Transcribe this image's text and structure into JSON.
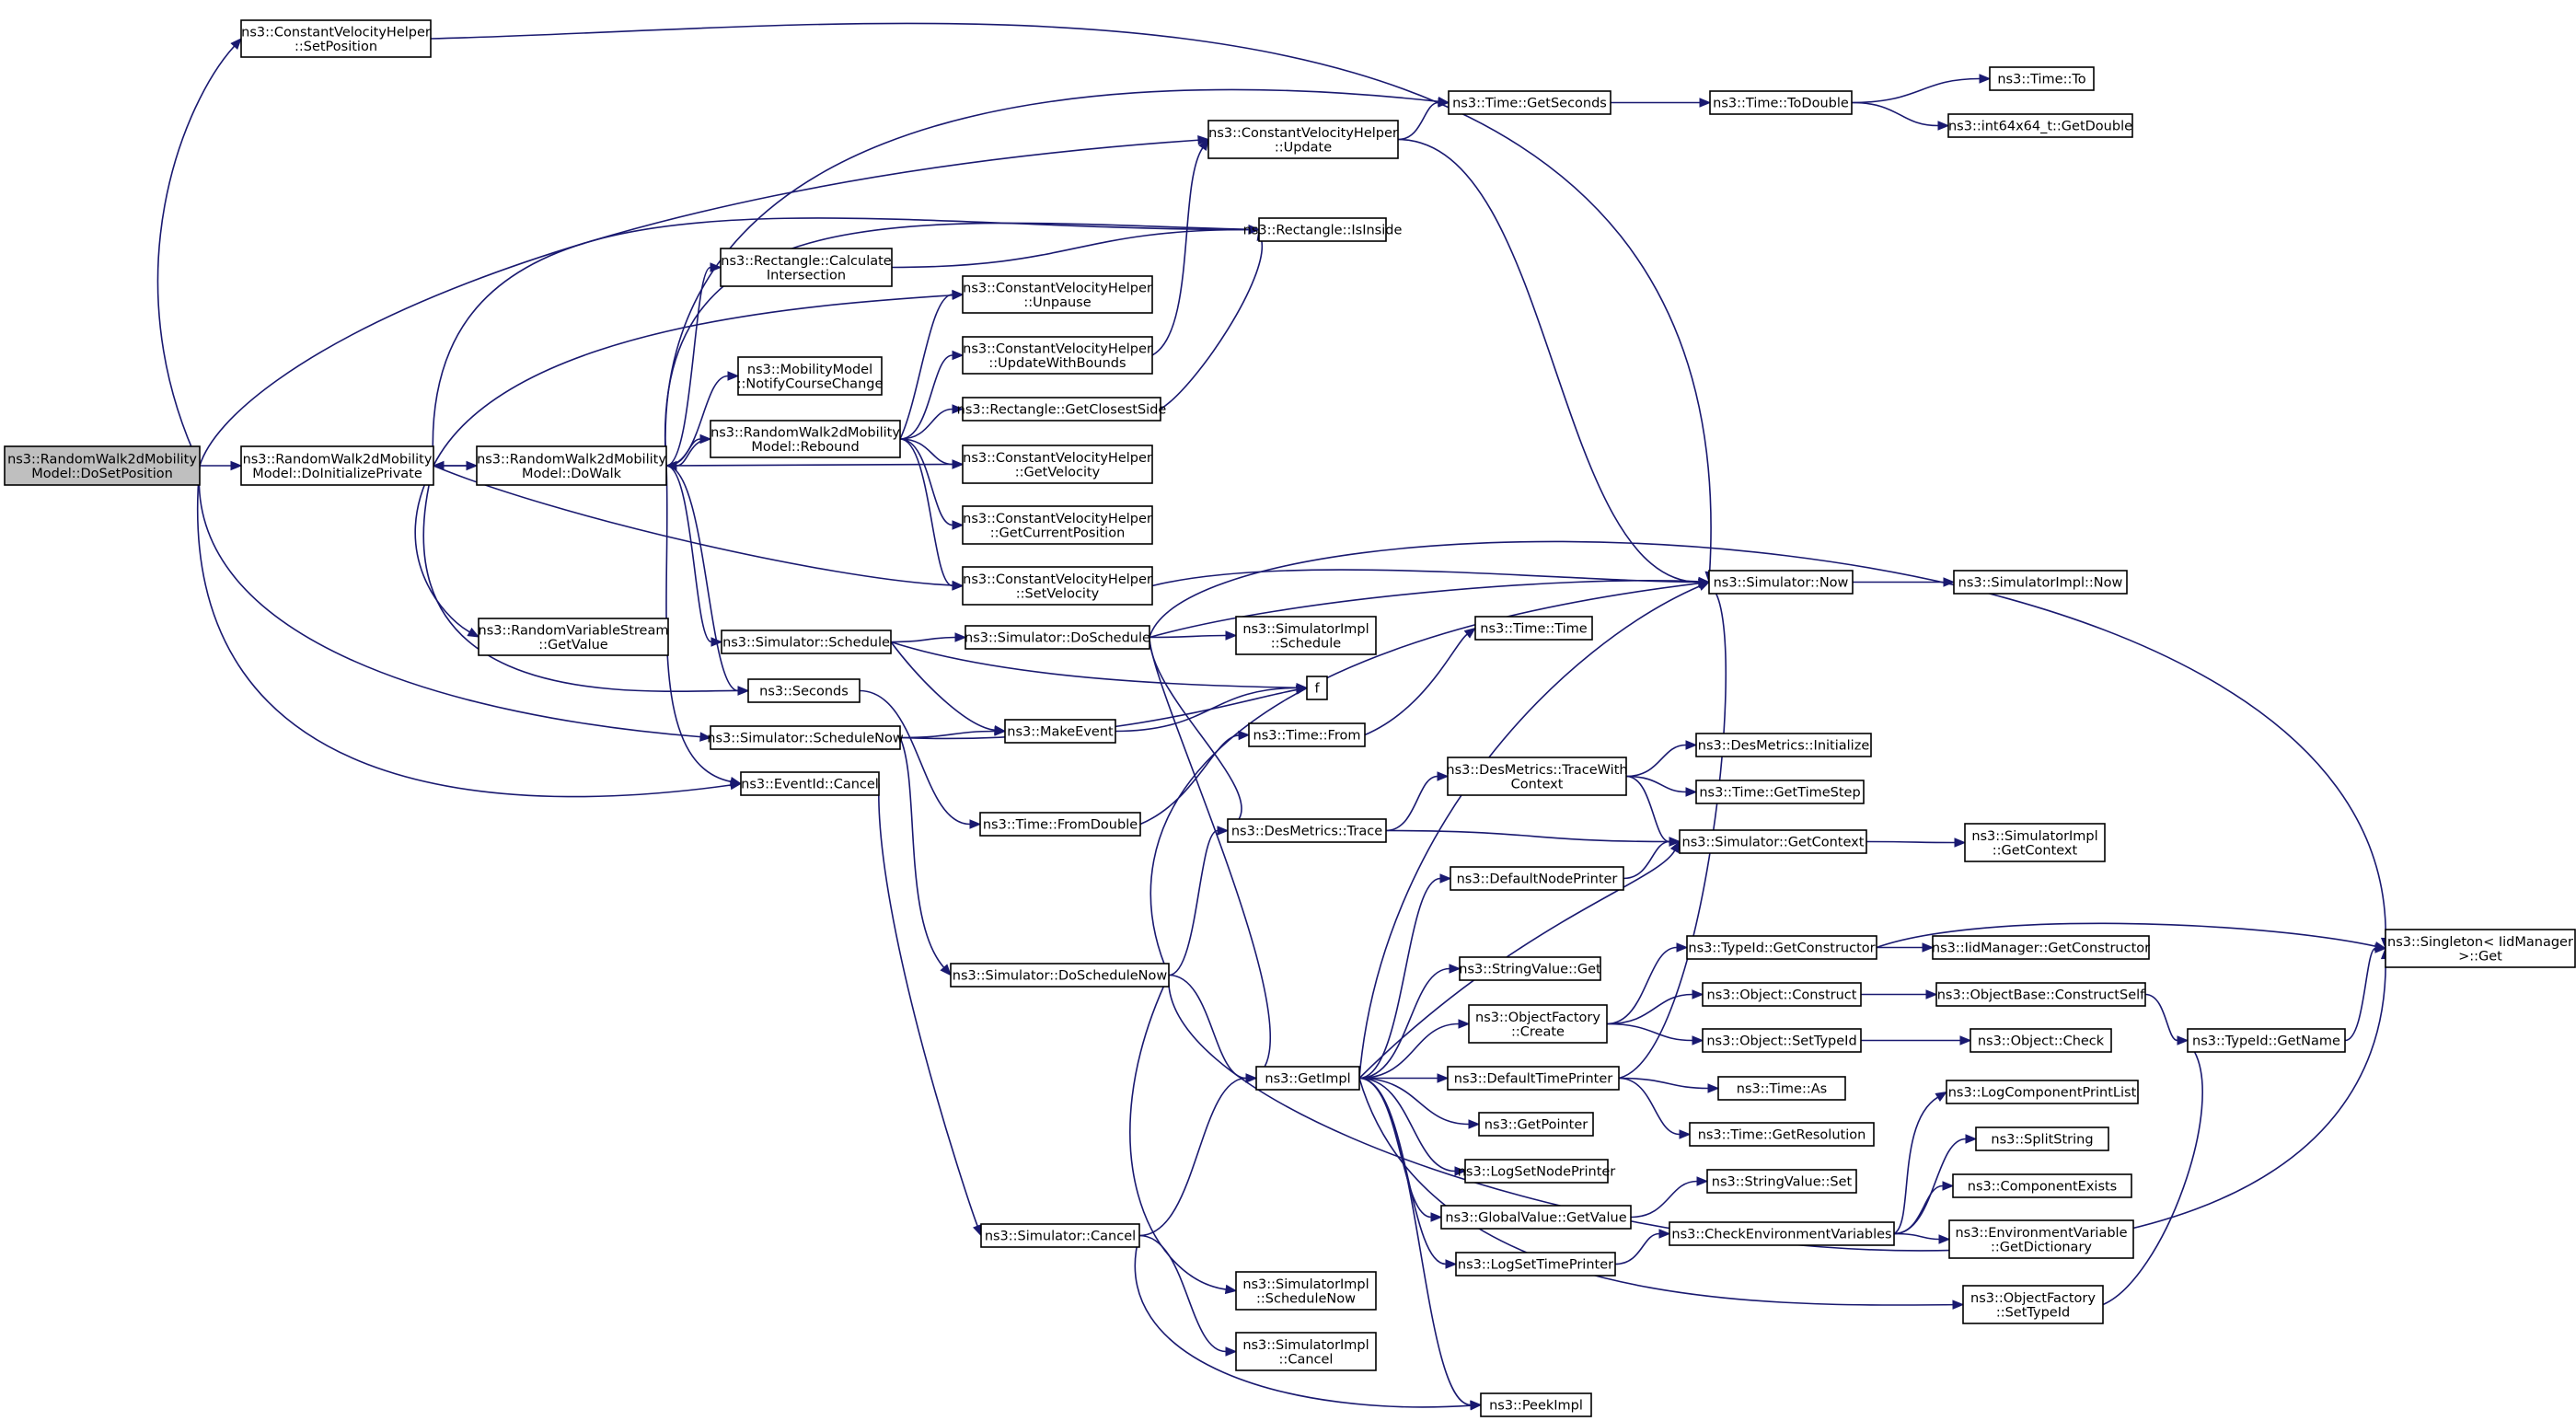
{
  "colors": {
    "edge": "#191970",
    "node_border": "#000000",
    "truncated_border": "#ff0000",
    "focus_fill": "#bfbfbf",
    "node_fill": "#ffffff",
    "text": "#000000"
  },
  "nodes": [
    {
      "id": "rw_dosetposition",
      "lines": [
        "ns3::RandomWalk2dMobility",
        "Model::DoSetPosition"
      ],
      "focus": true
    },
    {
      "id": "cvh_setposition",
      "lines": [
        "ns3::ConstantVelocityHelper",
        "::SetPosition"
      ]
    },
    {
      "id": "rw_doinitializeprivate",
      "lines": [
        "ns3::RandomWalk2dMobility",
        "Model::DoInitializePrivate"
      ]
    },
    {
      "id": "rw_dowalk",
      "lines": [
        "ns3::RandomWalk2dMobility",
        "Model::DoWalk"
      ]
    },
    {
      "id": "rv_getvalue",
      "lines": [
        "ns3::RandomVariableStream",
        "::GetValue"
      ]
    },
    {
      "id": "seconds",
      "lines": [
        "ns3::Seconds"
      ]
    },
    {
      "id": "sim_schedulenow",
      "lines": [
        "ns3::Simulator::ScheduleNow"
      ]
    },
    {
      "id": "eventid_cancel",
      "lines": [
        "ns3::EventId::Cancel"
      ]
    },
    {
      "id": "rect_calcintersection",
      "lines": [
        "ns3::Rectangle::Calculate",
        "Intersection"
      ]
    },
    {
      "id": "mm_notifycoursechange",
      "lines": [
        "ns3::MobilityModel",
        "::NotifyCourseChange"
      ]
    },
    {
      "id": "rw_rebound",
      "lines": [
        "ns3::RandomWalk2dMobility",
        "Model::Rebound"
      ]
    },
    {
      "id": "sim_schedule",
      "lines": [
        "ns3::Simulator::Schedule"
      ]
    },
    {
      "id": "cvh_update",
      "lines": [
        "ns3::ConstantVelocityHelper",
        "::Update"
      ]
    },
    {
      "id": "rect_isinside",
      "lines": [
        "ns3::Rectangle::IsInside"
      ]
    },
    {
      "id": "cvh_unpause",
      "lines": [
        "ns3::ConstantVelocityHelper",
        "::Unpause"
      ]
    },
    {
      "id": "cvh_updatewithbounds",
      "lines": [
        "ns3::ConstantVelocityHelper",
        "::UpdateWithBounds"
      ]
    },
    {
      "id": "rect_getclosestside",
      "lines": [
        "ns3::Rectangle::GetClosestSide"
      ]
    },
    {
      "id": "cvh_getvelocity",
      "lines": [
        "ns3::ConstantVelocityHelper",
        "::GetVelocity"
      ]
    },
    {
      "id": "cvh_getcurrentposition",
      "lines": [
        "ns3::ConstantVelocityHelper",
        "::GetCurrentPosition"
      ]
    },
    {
      "id": "cvh_setvelocity",
      "lines": [
        "ns3::ConstantVelocityHelper",
        "::SetVelocity"
      ]
    },
    {
      "id": "sim_doschedule",
      "lines": [
        "ns3::Simulator::DoSchedule"
      ]
    },
    {
      "id": "makeevent",
      "lines": [
        "ns3::MakeEvent"
      ]
    },
    {
      "id": "time_fromdouble",
      "lines": [
        "ns3::Time::FromDouble"
      ]
    },
    {
      "id": "f",
      "lines": [
        "f"
      ]
    },
    {
      "id": "sim_doschedulenow",
      "lines": [
        "ns3::Simulator::DoScheduleNow"
      ]
    },
    {
      "id": "sim_cancel",
      "lines": [
        "ns3::Simulator::Cancel"
      ]
    },
    {
      "id": "time_getseconds",
      "lines": [
        "ns3::Time::GetSeconds"
      ]
    },
    {
      "id": "time_todouble",
      "lines": [
        "ns3::Time::ToDouble"
      ]
    },
    {
      "id": "time_to",
      "lines": [
        "ns3::Time::To"
      ],
      "truncated": true
    },
    {
      "id": "int64x64_getdouble",
      "lines": [
        "ns3::int64x64_t::GetDouble"
      ]
    },
    {
      "id": "sim_now",
      "lines": [
        "ns3::Simulator::Now"
      ]
    },
    {
      "id": "simimpl_now",
      "lines": [
        "ns3::SimulatorImpl::Now"
      ]
    },
    {
      "id": "simimpl_schedule",
      "lines": [
        "ns3::SimulatorImpl",
        "::Schedule"
      ]
    },
    {
      "id": "time_time",
      "lines": [
        "ns3::Time::Time"
      ],
      "truncated": true
    },
    {
      "id": "time_from",
      "lines": [
        "ns3::Time::From"
      ]
    },
    {
      "id": "desmetrics_tracewithcontext",
      "lines": [
        "ns3::DesMetrics::TraceWith",
        "Context"
      ]
    },
    {
      "id": "desmetrics_initialize",
      "lines": [
        "ns3::DesMetrics::Initialize"
      ],
      "truncated": true
    },
    {
      "id": "time_gettimestep",
      "lines": [
        "ns3::Time::GetTimeStep"
      ]
    },
    {
      "id": "desmetrics_trace",
      "lines": [
        "ns3::DesMetrics::Trace"
      ]
    },
    {
      "id": "sim_getcontext",
      "lines": [
        "ns3::Simulator::GetContext"
      ]
    },
    {
      "id": "simimpl_getcontext",
      "lines": [
        "ns3::SimulatorImpl",
        "::GetContext"
      ]
    },
    {
      "id": "defaultnodeprinter",
      "lines": [
        "ns3::DefaultNodePrinter"
      ]
    },
    {
      "id": "stringvalue_get",
      "lines": [
        "ns3::StringValue::Get"
      ]
    },
    {
      "id": "objectfactory_create",
      "lines": [
        "ns3::ObjectFactory",
        "::Create"
      ]
    },
    {
      "id": "getimpl",
      "lines": [
        "ns3::GetImpl"
      ]
    },
    {
      "id": "defaulttimeprinter",
      "lines": [
        "ns3::DefaultTimePrinter"
      ]
    },
    {
      "id": "getpointer",
      "lines": [
        "ns3::GetPointer"
      ]
    },
    {
      "id": "logsetnodeprinter",
      "lines": [
        "ns3::LogSetNodePrinter"
      ]
    },
    {
      "id": "globalvalue_getvalue",
      "lines": [
        "ns3::GlobalValue::GetValue"
      ]
    },
    {
      "id": "logsettimeprinter",
      "lines": [
        "ns3::LogSetTimePrinter"
      ]
    },
    {
      "id": "simimpl_schedulenow",
      "lines": [
        "ns3::SimulatorImpl",
        "::ScheduleNow"
      ]
    },
    {
      "id": "simimpl_cancel",
      "lines": [
        "ns3::SimulatorImpl",
        "::Cancel"
      ]
    },
    {
      "id": "peekimpl",
      "lines": [
        "ns3::PeekImpl"
      ]
    },
    {
      "id": "typeid_getconstructor",
      "lines": [
        "ns3::TypeId::GetConstructor"
      ]
    },
    {
      "id": "iidmanager_getconstructor",
      "lines": [
        "ns3::IidManager::GetConstructor"
      ],
      "truncated": true
    },
    {
      "id": "object_construct",
      "lines": [
        "ns3::Object::Construct"
      ]
    },
    {
      "id": "objectbase_constructself",
      "lines": [
        "ns3::ObjectBase::ConstructSelf"
      ],
      "truncated": true
    },
    {
      "id": "object_settypeid",
      "lines": [
        "ns3::Object::SetTypeId"
      ]
    },
    {
      "id": "object_check",
      "lines": [
        "ns3::Object::Check"
      ],
      "truncated": true
    },
    {
      "id": "time_as",
      "lines": [
        "ns3::Time::As"
      ]
    },
    {
      "id": "time_getresolution",
      "lines": [
        "ns3::Time::GetResolution"
      ]
    },
    {
      "id": "stringvalue_set",
      "lines": [
        "ns3::StringValue::Set"
      ]
    },
    {
      "id": "checkenvvars",
      "lines": [
        "ns3::CheckEnvironmentVariables"
      ]
    },
    {
      "id": "logcomponentprintlist",
      "lines": [
        "ns3::LogComponentPrintList"
      ],
      "truncated": true
    },
    {
      "id": "splitstring",
      "lines": [
        "ns3::SplitString"
      ]
    },
    {
      "id": "componentexists",
      "lines": [
        "ns3::ComponentExists"
      ],
      "truncated": true
    },
    {
      "id": "envvar_getdictionary",
      "lines": [
        "ns3::EnvironmentVariable",
        "::GetDictionary"
      ],
      "truncated": true
    },
    {
      "id": "objectfactory_settypeid",
      "lines": [
        "ns3::ObjectFactory",
        "::SetTypeId"
      ]
    },
    {
      "id": "typeid_getname",
      "lines": [
        "ns3::TypeId::GetName"
      ],
      "truncated": true
    },
    {
      "id": "singleton_get",
      "lines": [
        "ns3::Singleton< IidManager",
        " >::Get"
      ]
    }
  ]
}
